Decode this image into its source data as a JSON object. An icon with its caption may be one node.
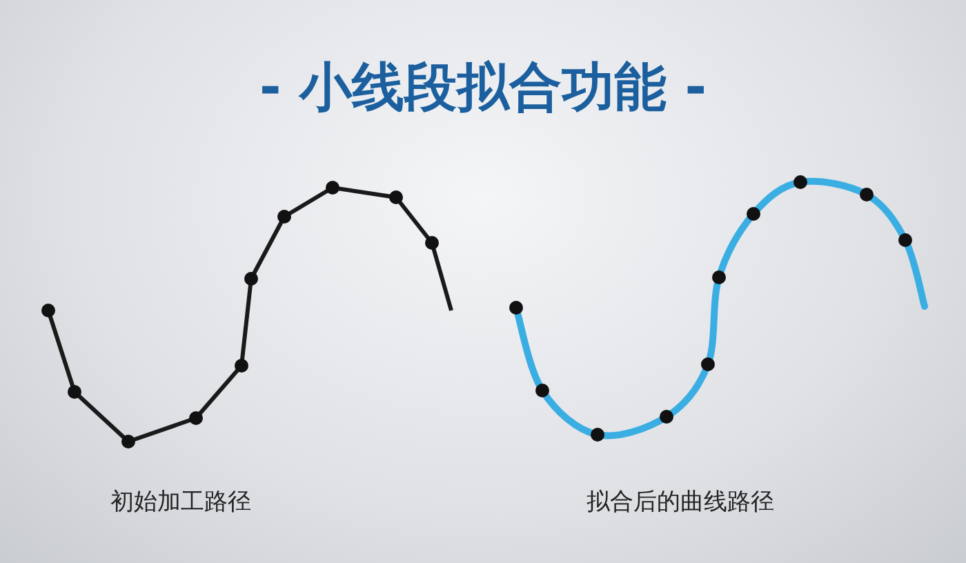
{
  "diagram": {
    "title": "- 小线段拟合功能 -",
    "labels": [
      "初始加工路径",
      "拟合后的曲线路径"
    ]
  }
}
